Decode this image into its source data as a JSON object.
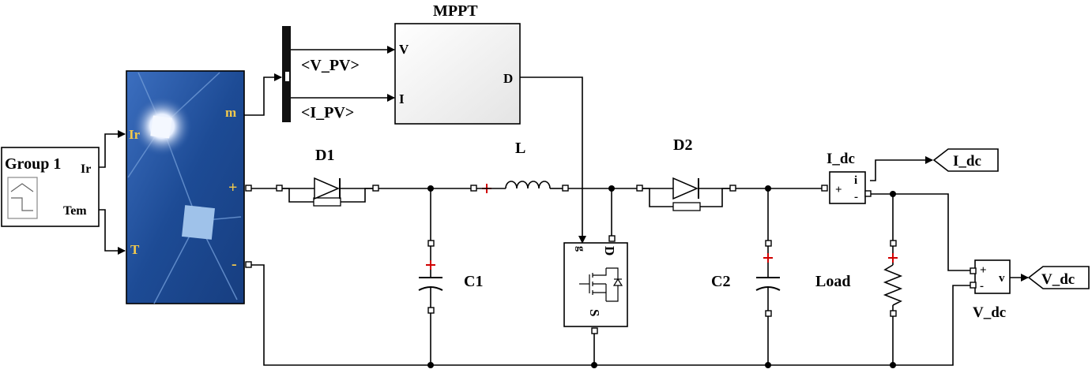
{
  "blocks": {
    "signal_builder": {
      "title": "Group 1",
      "out1": "Ir",
      "out2": "Tem"
    },
    "pv_array": {
      "in1": "Ir",
      "in2": "T",
      "pos": "+",
      "neg": "-",
      "meas": "m"
    },
    "mppt": {
      "title": "MPPT",
      "in_v": "V",
      "in_i": "I",
      "out_d": "D"
    },
    "bus_selector": {
      "sig1": "<V_PV>",
      "sig2": "<I_PV>"
    },
    "diode1": {
      "label": "D1"
    },
    "inductor": {
      "label": "L"
    },
    "diode2": {
      "label": "D2"
    },
    "cap1": {
      "label": "C1"
    },
    "cap2": {
      "label": "C2"
    },
    "mosfet": {
      "g": "g",
      "d": "D",
      "s": "S"
    },
    "load": {
      "label": "Load"
    },
    "current_meas": {
      "label": "I_dc",
      "plus": "+",
      "minus": "-",
      "out": "i"
    },
    "voltage_meas": {
      "label": "V_dc",
      "plus": "+",
      "minus": "-",
      "out": "v"
    },
    "goto_idc": {
      "label": "I_dc"
    },
    "goto_vdc": {
      "label": "V_dc"
    }
  },
  "colors": {
    "panel_blue": "#1f4e96",
    "port_label_yellow": "#f2c94c",
    "polarity_red": "#d00000"
  }
}
